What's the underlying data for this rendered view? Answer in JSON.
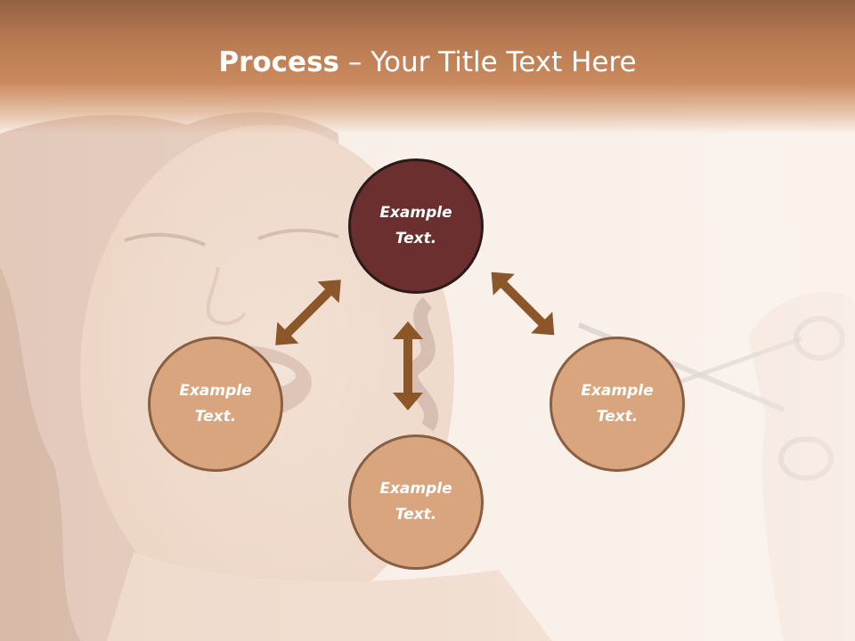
{
  "slide": {
    "title_bold": "Process",
    "title_rest": " – Your Title Text Here"
  },
  "nodes": {
    "center": {
      "label": "Example Text."
    },
    "left": {
      "label": "Example Text."
    },
    "bottom": {
      "label": "Example Text."
    },
    "right": {
      "label": "Example Text."
    }
  },
  "colors": {
    "title_bar": "#c9895d",
    "center_circle": "#6b2f2f",
    "outer_circle": "#d9a57f",
    "arrow": "#8b5628",
    "background": "#fbf4ef"
  }
}
